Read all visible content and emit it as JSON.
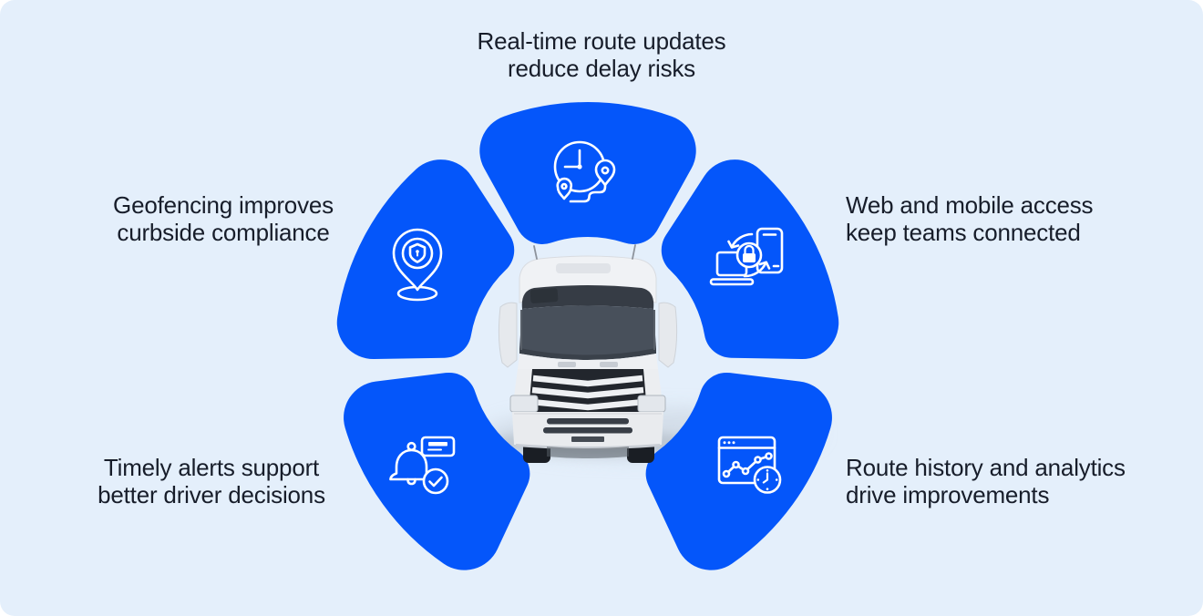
{
  "theme": {
    "page_bg": "#ffffff",
    "canvas_bg": "#e4effb",
    "petal_blue": "#0456fa",
    "icon_stroke": "#ffffff",
    "text_color": "#171d2a"
  },
  "labels": {
    "top": {
      "line1": "Real-time route updates",
      "line2": "reduce delay risks"
    },
    "upper_left": {
      "line1": "Geofencing improves",
      "line2": "curbside compliance"
    },
    "upper_right": {
      "line1": "Web and mobile access",
      "line2": "keep teams connected"
    },
    "lower_left": {
      "line1": "Timely alerts support",
      "line2": "better driver decisions"
    },
    "lower_right": {
      "line1": "Route history and analytics",
      "line2": "drive improvements"
    }
  },
  "icons": {
    "top": "route-clock-icon",
    "upper_left": "geofence-pin-icon",
    "upper_right": "web-mobile-sync-icon",
    "lower_left": "alert-bell-icon",
    "lower_right": "analytics-history-icon"
  },
  "center": {
    "illustration": "white-truck-front-view"
  }
}
